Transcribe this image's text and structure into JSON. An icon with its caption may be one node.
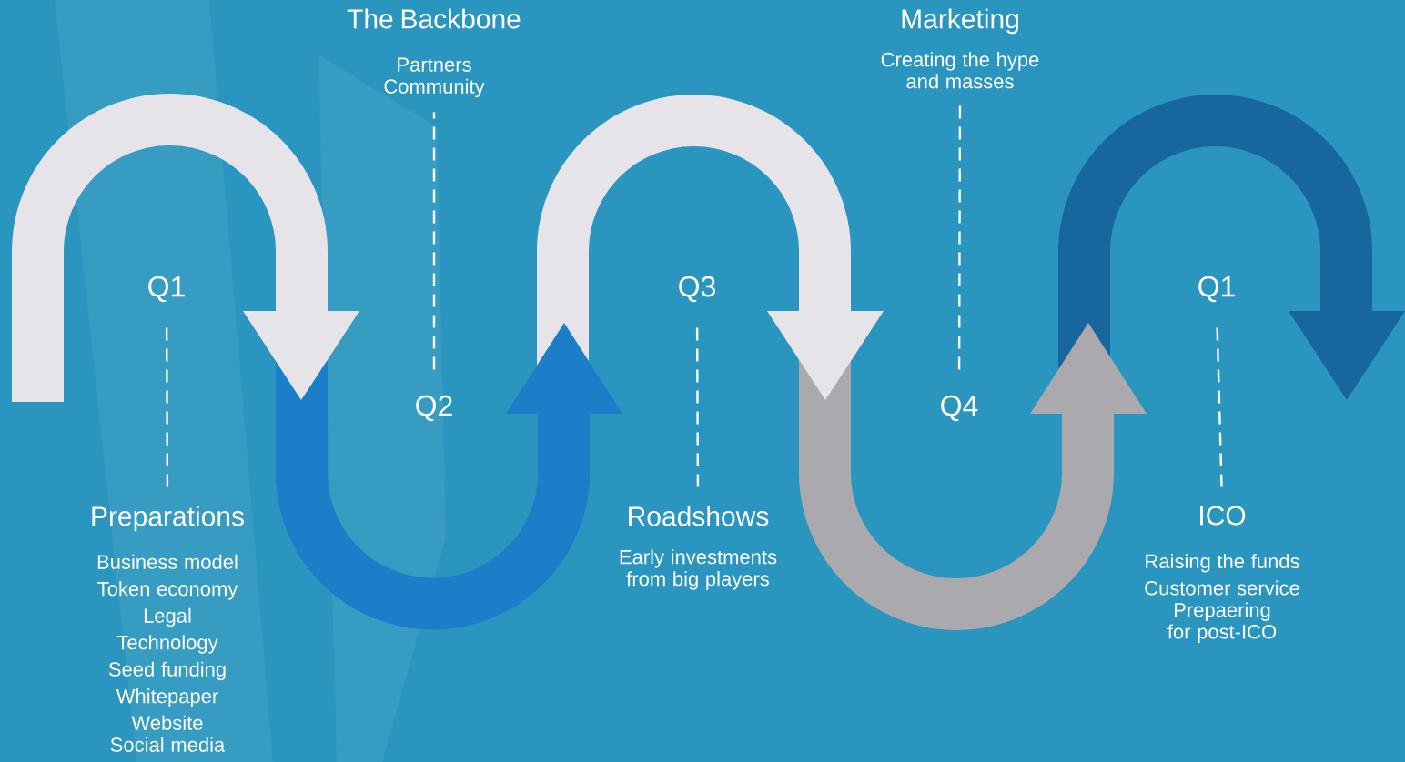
{
  "diagram": {
    "nodes": [
      {
        "text": [
          "Q1"
        ]
      },
      {
        "text": [
          "Preparations",
          "Business model",
          "Token economy",
          "Legal",
          "Technology",
          "Seed funding",
          "Whitepaper",
          "Website",
          "Social media"
        ]
      },
      {
        "text": [
          "The Backbone",
          "Partners",
          "Community"
        ]
      },
      {
        "text": [
          "Q2"
        ]
      },
      {
        "text": [
          "Q3"
        ]
      },
      {
        "text": [
          "Roadshows",
          "Early investments from big players"
        ]
      },
      {
        "text": [
          "Marketing",
          "Creating the hype and masses"
        ]
      },
      {
        "text": [
          "Q4"
        ]
      },
      {
        "text": [
          "Q1"
        ]
      },
      {
        "text": [
          "ICO",
          "Raising the funds",
          "Customer service",
          "Prepaering for post-ICO"
        ]
      }
    ],
    "edges": [
      {
        "from": 0,
        "to": 1,
        "arrow": "none",
        "style": "dashed"
      },
      {
        "from": 3,
        "to": 2,
        "arrow": "none",
        "style": "dashed"
      },
      {
        "from": 4,
        "to": 5,
        "arrow": "none",
        "style": "dashed"
      },
      {
        "from": 7,
        "to": 6,
        "arrow": "none",
        "style": "dashed"
      },
      {
        "from": 8,
        "to": 9,
        "arrow": "none",
        "style": "dashed"
      }
    ]
  }
}
